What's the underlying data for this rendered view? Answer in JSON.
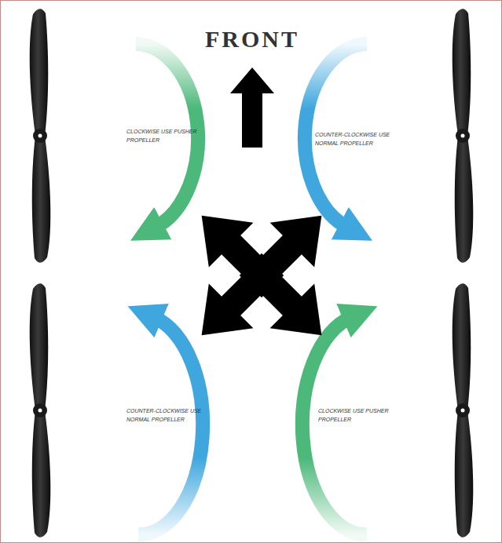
{
  "diagram": {
    "labels": [
      "FRONT",
      "CLOCKWISE USE PUSHER PROPELLER",
      "COUNTER-CLOCKWISE USE NORMAL PROPELLER",
      "COUNTER-CLOCKWISE USE NORMAL PROPELLER",
      "CLOCKWISE USE PUSHER PROPELLER"
    ]
  }
}
